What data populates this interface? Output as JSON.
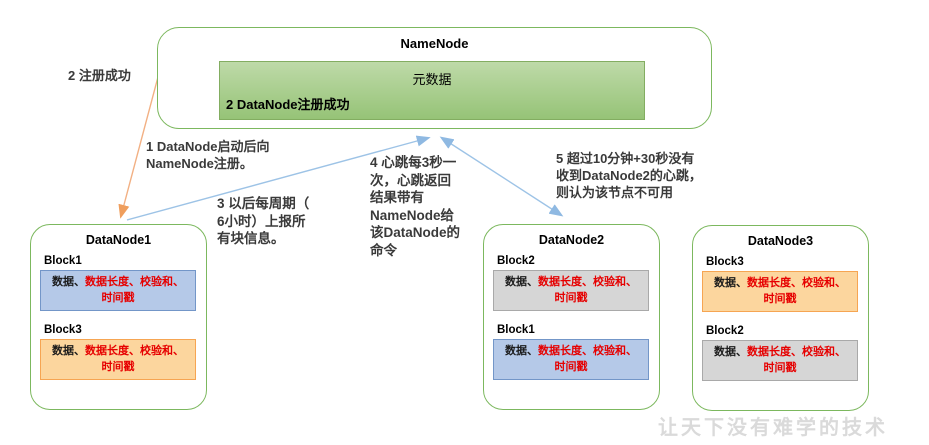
{
  "namenode": {
    "title": "NameNode",
    "metadata_label": "元数据",
    "register_note": "2 DataNode注册成功"
  },
  "annotations": {
    "register_success": "2 注册成功",
    "step1": "1 DataNode启动后向\nNameNode注册。",
    "step3": "3 以后每周期（\n6小时）上报所\n有块信息。",
    "step4": "4 心跳每3秒一\n次，心跳返回\n结果带有\nNameNode给\n该DataNode的\n命令",
    "step5": "5 超过10分钟+30秒没有\n收到DataNode2的心跳，\n则认为该节点不可用"
  },
  "block_text": {
    "black": "数据、",
    "red": "数据长度、校验和、\n时间戳"
  },
  "datanodes": [
    {
      "title": "DataNode1",
      "blocks": [
        {
          "label": "Block1",
          "color": "blue"
        },
        {
          "label": "Block3",
          "color": "orange"
        }
      ]
    },
    {
      "title": "DataNode2",
      "blocks": [
        {
          "label": "Block2",
          "color": "gray"
        },
        {
          "label": "Block1",
          "color": "blue"
        }
      ]
    },
    {
      "title": "DataNode3",
      "blocks": [
        {
          "label": "Block3",
          "color": "orange"
        },
        {
          "label": "Block2",
          "color": "gray"
        }
      ]
    }
  ],
  "watermark": "让天下没有难学的技术",
  "colors": {
    "node_border_green": "#7CB85E",
    "metadata_fill_top": "#BEDAA8",
    "metadata_fill_bottom": "#96C377",
    "block_blue_fill": "#B5C9E8",
    "block_blue_border": "#7396C8",
    "block_orange_fill": "#FCD69E",
    "block_orange_border": "#F6A552",
    "block_gray_fill": "#D6D6D6",
    "block_gray_border": "#A9A9A9",
    "red_text": "#E60000",
    "arrow_blue": "#9DC3E6",
    "arrow_orange": "#F2B083",
    "watermark_gray": "#DADADA"
  }
}
